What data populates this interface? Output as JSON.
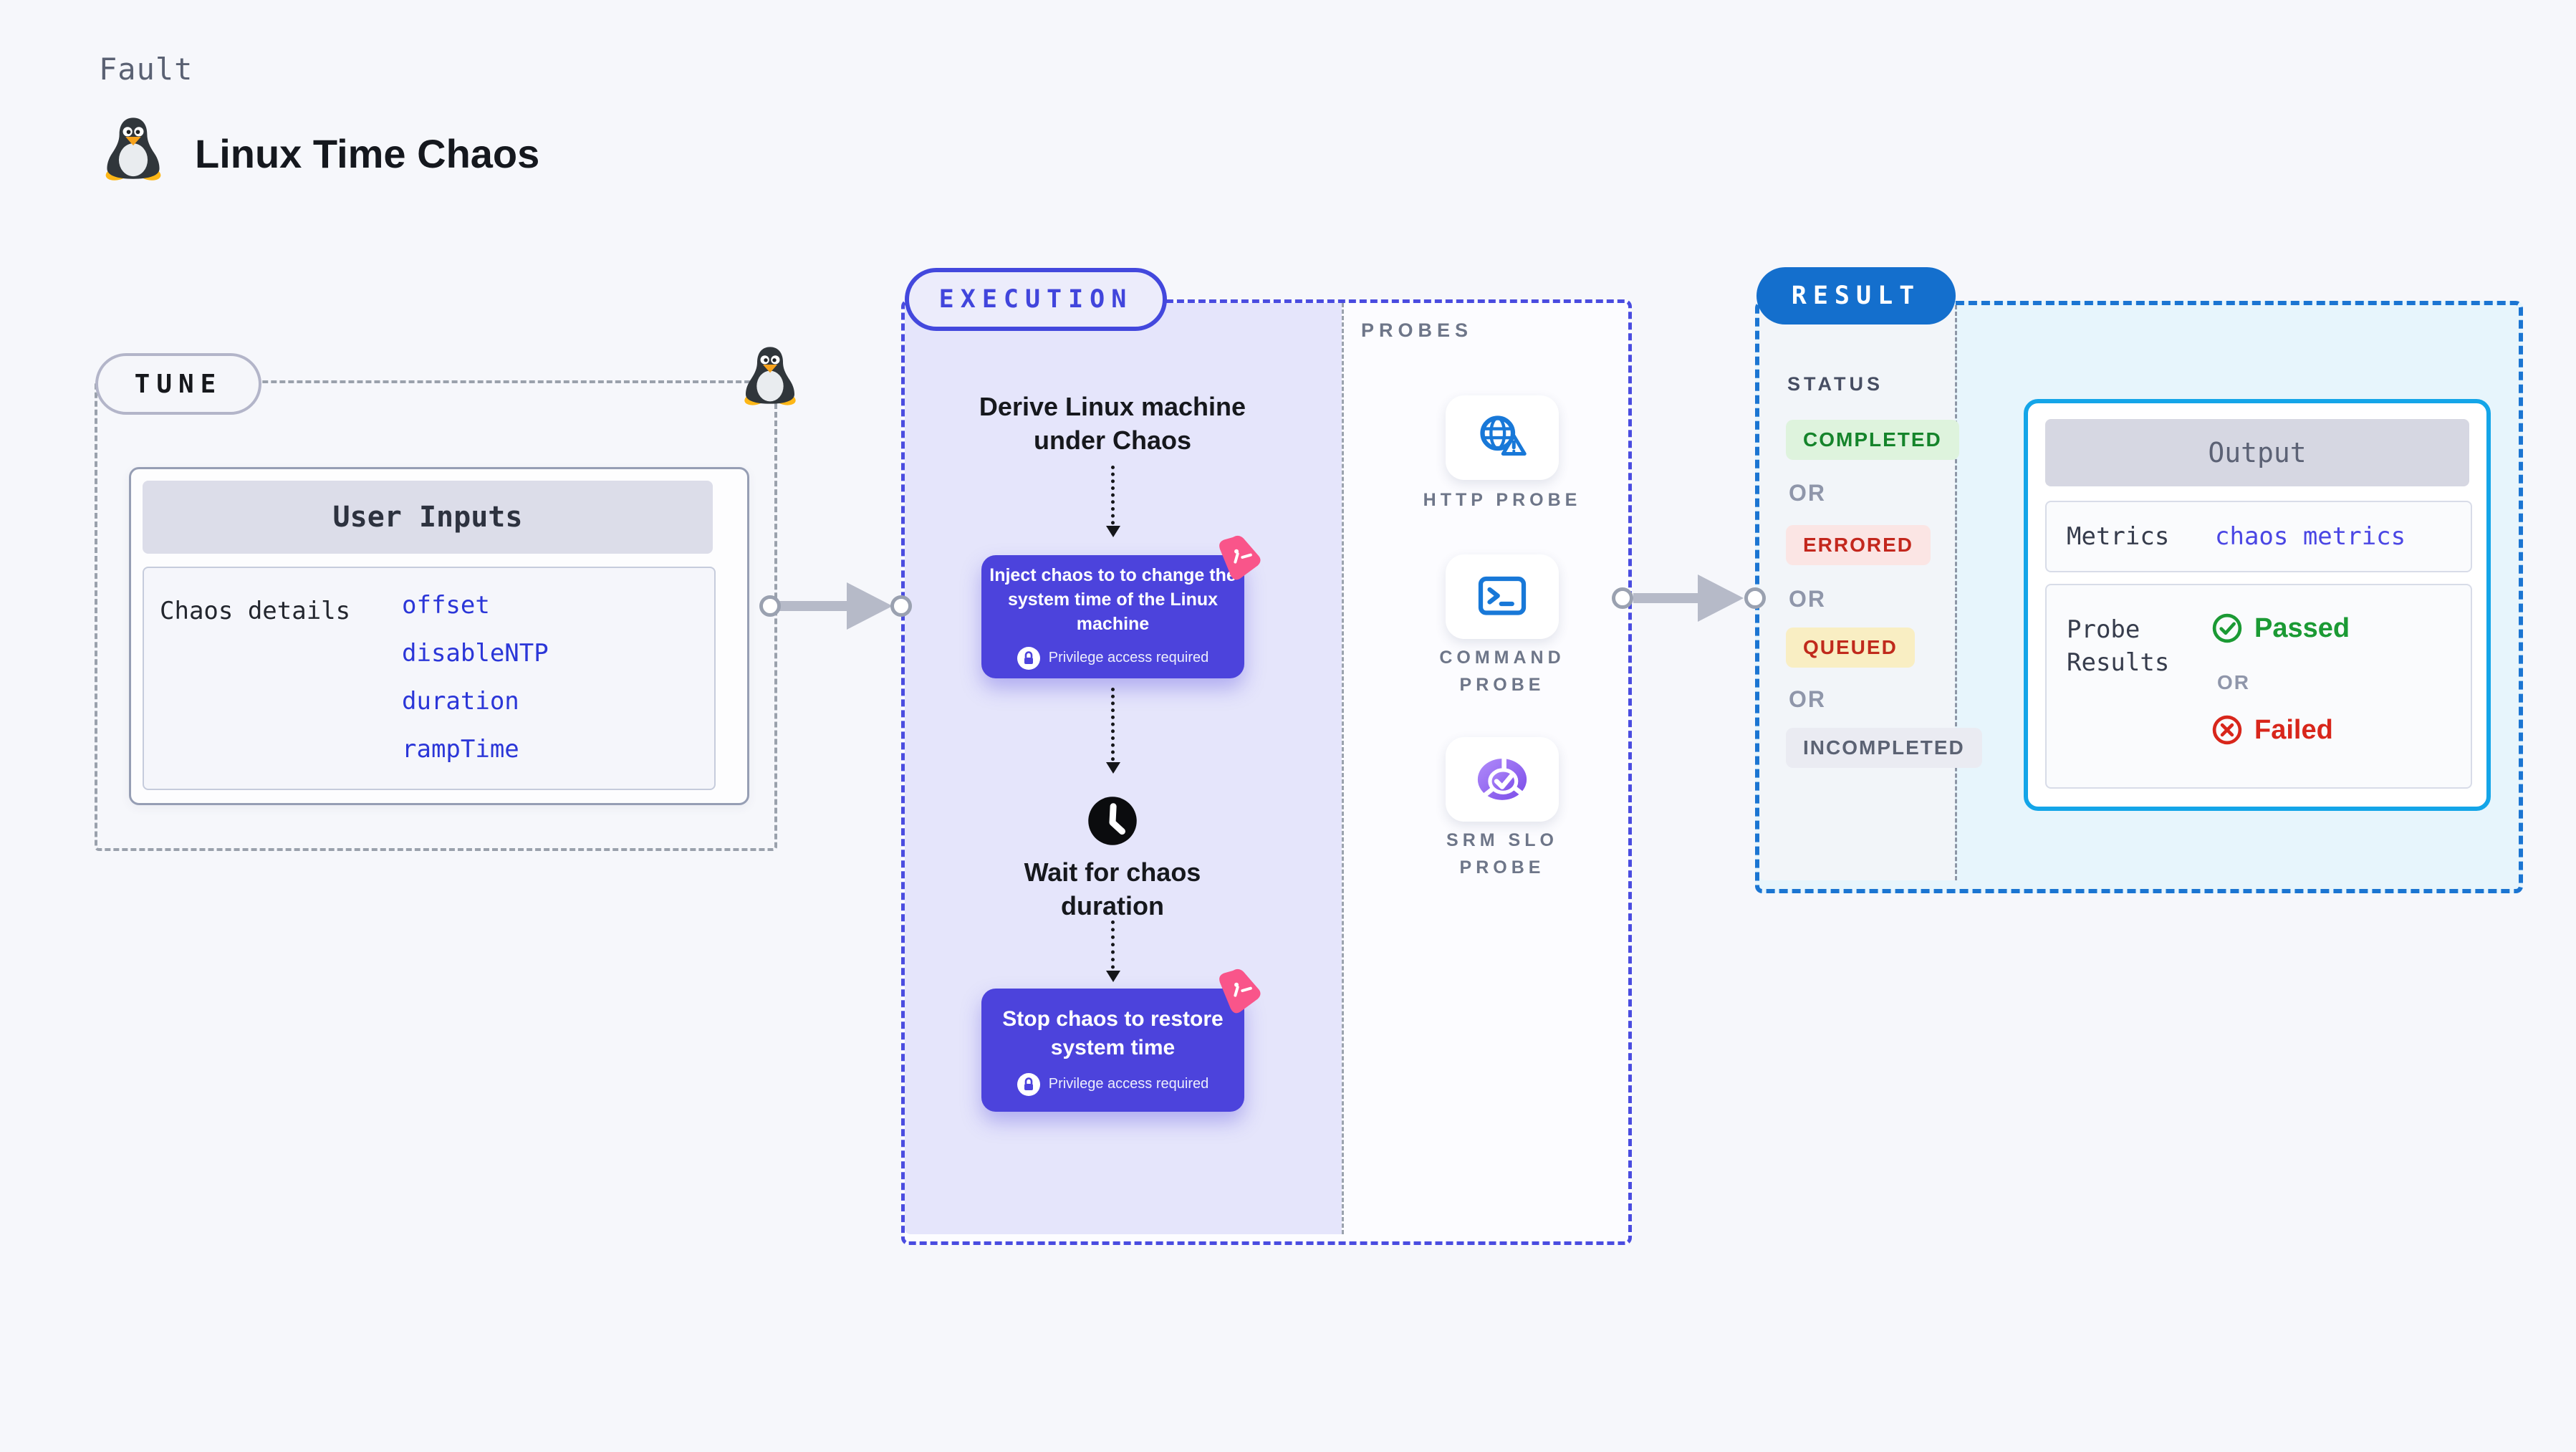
{
  "header": {
    "eyebrow": "Fault",
    "title": "Linux Time Chaos"
  },
  "tune": {
    "pill": "TUNE",
    "card_title": "User Inputs",
    "row_label": "Chaos details",
    "values": [
      "offset",
      "disableNTP",
      "duration",
      "rampTime"
    ]
  },
  "execution": {
    "pill": "EXECUTION",
    "step_derive": "Derive Linux machine under Chaos",
    "step_inject": "Inject chaos to to change the system time of the Linux machine",
    "privilege_note": "Privilege access required",
    "step_wait": "Wait for chaos duration",
    "step_stop": "Stop chaos to restore system time"
  },
  "probes": {
    "label": "PROBES",
    "items": [
      {
        "label": "HTTP PROBE",
        "icon": "globe-alert-icon"
      },
      {
        "label": "COMMAND PROBE",
        "icon": "terminal-icon"
      },
      {
        "label": "SRM SLO PROBE",
        "icon": "slo-gauge-icon"
      }
    ]
  },
  "result": {
    "pill": "RESULT",
    "status_label": "STATUS",
    "or": "OR",
    "statuses": [
      {
        "label": "COMPLETED",
        "bg": "#def3dd",
        "fg": "#15842b"
      },
      {
        "label": "ERRORED",
        "bg": "#fbe5e4",
        "fg": "#c3271d"
      },
      {
        "label": "QUEUED",
        "bg": "#f9eec3",
        "fg": "#c02a1c"
      },
      {
        "label": "INCOMPLETED",
        "bg": "#eaebf2",
        "fg": "#5b6273"
      }
    ],
    "output": {
      "title": "Output",
      "metrics_label": "Metrics",
      "metrics_value": "chaos metrics",
      "probe_results_label": "Probe Results",
      "passed_label": "Passed",
      "failed_label": "Failed"
    }
  },
  "colors": {
    "accent_indigo": "#4a4ce0",
    "accent_blue": "#1b75d2",
    "accent_cyan": "#14a5e8",
    "chaos_box_indigo": "#4c43dc",
    "badge_pink": "#f9558a",
    "probe_icon_blue": "#1878d8",
    "slo_purple": "#8b5cf6",
    "passed_green": "#1b9a34",
    "failed_red": "#d8261b"
  }
}
